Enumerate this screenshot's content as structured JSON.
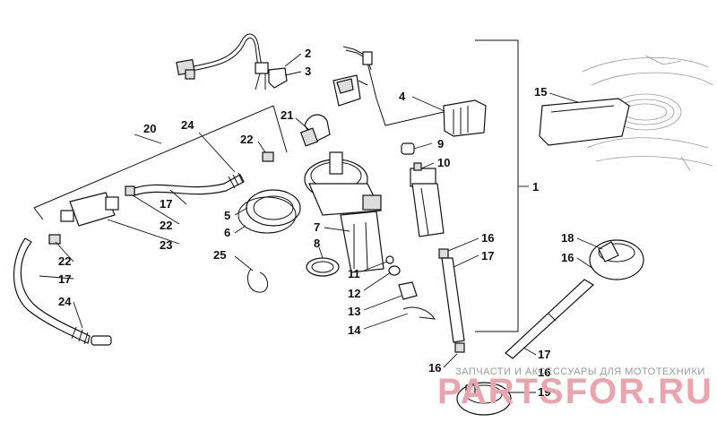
{
  "callouts": [
    {
      "id": "c1",
      "text": "1"
    },
    {
      "id": "c2",
      "text": "2"
    },
    {
      "id": "c3",
      "text": "3"
    },
    {
      "id": "c4",
      "text": "4"
    },
    {
      "id": "c5",
      "text": "5"
    },
    {
      "id": "c6",
      "text": "6"
    },
    {
      "id": "c7",
      "text": "7"
    },
    {
      "id": "c8",
      "text": "8"
    },
    {
      "id": "c9",
      "text": "9"
    },
    {
      "id": "c10",
      "text": "10"
    },
    {
      "id": "c11",
      "text": "11"
    },
    {
      "id": "c12",
      "text": "12"
    },
    {
      "id": "c13",
      "text": "13"
    },
    {
      "id": "c14",
      "text": "14"
    },
    {
      "id": "c15",
      "text": "15"
    },
    {
      "id": "c16a",
      "text": "16"
    },
    {
      "id": "c16b",
      "text": "16"
    },
    {
      "id": "c16c",
      "text": "16"
    },
    {
      "id": "c16d",
      "text": "16"
    },
    {
      "id": "c17a",
      "text": "17"
    },
    {
      "id": "c17b",
      "text": "17"
    },
    {
      "id": "c17c",
      "text": "17"
    },
    {
      "id": "c17d",
      "text": "17"
    },
    {
      "id": "c18",
      "text": "18"
    },
    {
      "id": "c19",
      "text": "19"
    },
    {
      "id": "c20",
      "text": "20"
    },
    {
      "id": "c21",
      "text": "21"
    },
    {
      "id": "c22a",
      "text": "22"
    },
    {
      "id": "c22b",
      "text": "22"
    },
    {
      "id": "c22c",
      "text": "22"
    },
    {
      "id": "c23",
      "text": "23"
    },
    {
      "id": "c24a",
      "text": "24"
    },
    {
      "id": "c24b",
      "text": "24"
    },
    {
      "id": "c25",
      "text": "25"
    }
  ],
  "watermark": {
    "tagline": "ЗАПЧАСТИ И АКСЕССУАРЫ ДЛЯ МОТОТЕХНИКИ",
    "brand": "PARTSFOR.RU",
    "color": "#e9a4ad"
  }
}
